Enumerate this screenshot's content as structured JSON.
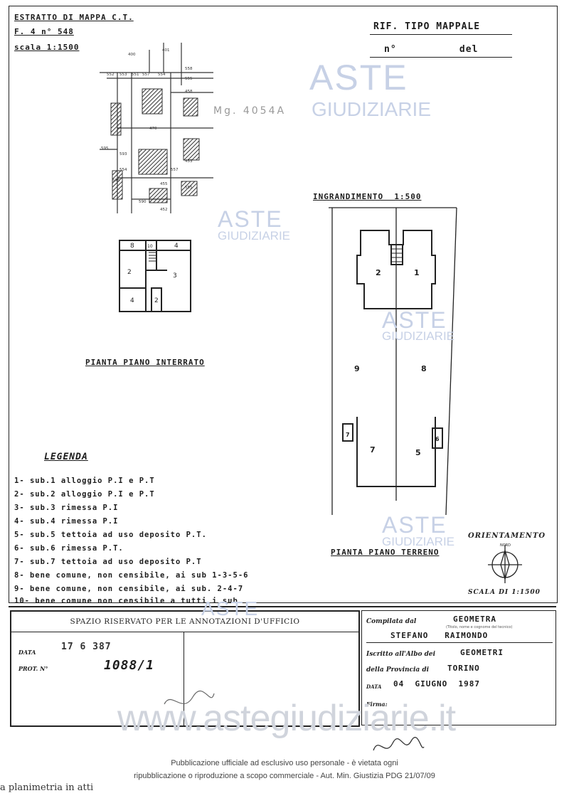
{
  "header": {
    "title": "ESTRATTO DI MAPPA C.T.",
    "foglio": "F. 4  n° 548",
    "scale": "scala 1:1500",
    "rif": "RIF.  TIPO  MAPPALE",
    "rif_num": "n°          del",
    "map_label": "Mg. 4054A"
  },
  "map": {
    "parcels": [
      "400",
      "401",
      "552",
      "553",
      "551",
      "557",
      "554",
      "558",
      "555",
      "458",
      "470",
      "595",
      "593",
      "554",
      "557",
      "595",
      "455",
      "590",
      "453",
      "555",
      "452"
    ]
  },
  "basement": {
    "rooms": [
      "8",
      "10",
      "4",
      "2",
      "3",
      "4",
      "2"
    ],
    "caption": "PIANTA PIANO INTERRATO"
  },
  "ground": {
    "title": "INGRANDIMENTO  1:500",
    "rooms": [
      "2",
      "1",
      "9",
      "8",
      "7",
      "7",
      "5",
      "6"
    ],
    "caption": "PIANTA PIANO TERRENO"
  },
  "orientation": {
    "label": "ORIENTAMENTO",
    "north": "NORD",
    "scale": "SCALA DI 1:1500"
  },
  "legend": {
    "title": "LEGENDA",
    "items": [
      "1- sub.1  alloggio  P.I e P.T",
      "2- sub.2  alloggio  P.I e P.T",
      "3- sub.3  rimessa  P.I",
      "4- sub.4  rimessa  P.I",
      "5- sub.5  tettoia ad uso deposito P.T.",
      "6- sub.6  rimessa  P.T.",
      "7- sub.7  tettoia ad uso deposito P.T",
      "8- bene comune, non censibile, ai sub 1-3-5-6",
      "9- bene comune, non censibile, ai sub. 2-4-7",
      "10- bene comune non censibile a tutti i sub."
    ]
  },
  "office": {
    "title": "SPAZIO RISERVATO PER LE ANNOTAZIONI D'UFFICIO",
    "data_label": "DATA",
    "data_value": "17 6 387",
    "prot_label": "PROT. N°",
    "prot_value": "1088/1"
  },
  "compiler": {
    "compilata_label": "Compilata dal",
    "profession": "GEOMETRA",
    "small_note": "(Titolo, nome e cognome del tecnico)",
    "name": "STEFANO   RAIMONDO",
    "iscritto_label": "Iscritto all'Albo dei",
    "albo": "GEOMETRI",
    "provincia_label": "della Provincia di",
    "provincia": "TORINO",
    "data_label": "DATA",
    "date": "04  GIUGNO  1987",
    "firma_label": "Firma:"
  },
  "watermarks": {
    "aste": "ASTE",
    "giudiziarie": "GIUDIZIARIE",
    "site": "www.astegiudiziarie.it"
  },
  "footer": {
    "line1": "Pubblicazione ufficiale ad esclusivo uso personale - è vietata ogni",
    "line2": "ripubblicazione o riproduzione a scopo commerciale - Aut. Min. Giustizia PDG 21/07/09",
    "bottom": "a planimetria in atti"
  }
}
